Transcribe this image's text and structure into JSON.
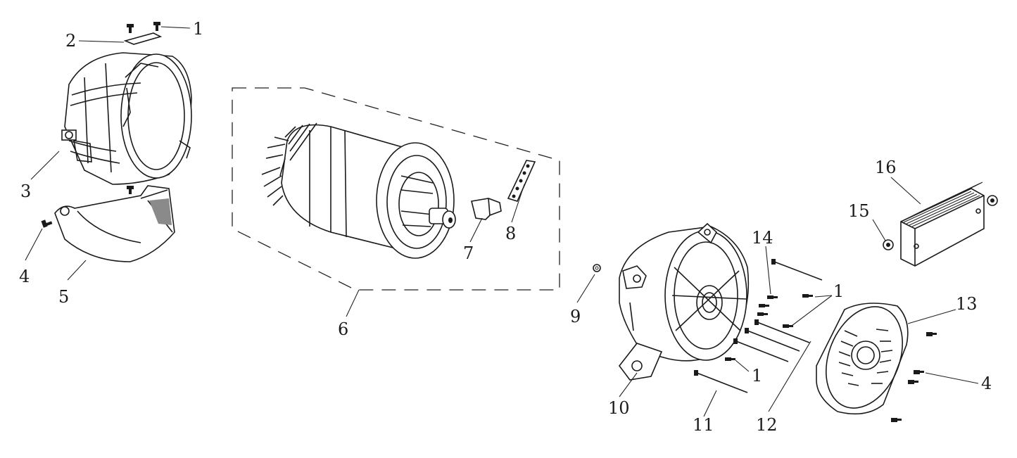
{
  "callouts": {
    "c1a": "1",
    "c2": "2",
    "c3": "3",
    "c4a": "4",
    "c5": "5",
    "c6": "6",
    "c7": "7",
    "c8": "8",
    "c9": "9",
    "c1b": "1",
    "c14": "14",
    "c1c": "1",
    "c10": "10",
    "c11": "11",
    "c12": "12",
    "c13": "13",
    "c4b": "4",
    "c15": "15",
    "c16": "16"
  }
}
